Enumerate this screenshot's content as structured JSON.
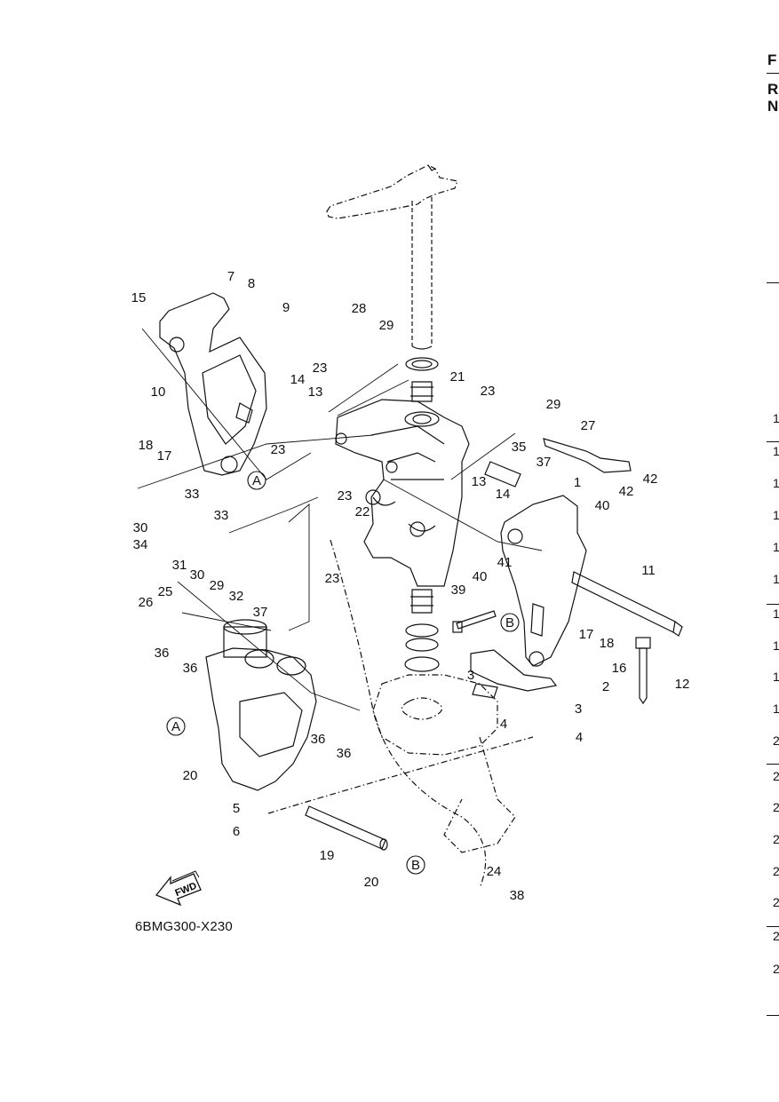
{
  "figure_code": "6BMG300-X230",
  "fwd_label": "FWD",
  "part_labels": [
    "1",
    "2",
    "3",
    "3",
    "4",
    "4",
    "5",
    "6",
    "7",
    "8",
    "9",
    "10",
    "11",
    "12",
    "13",
    "13",
    "14",
    "14",
    "15",
    "16",
    "17",
    "17",
    "18",
    "18",
    "19",
    "20",
    "20",
    "21",
    "22",
    "23",
    "23",
    "23",
    "23",
    "23",
    "24",
    "25",
    "26",
    "27",
    "28",
    "29",
    "29",
    "29",
    "30",
    "30",
    "31",
    "32",
    "33",
    "33",
    "34",
    "35",
    "36",
    "36",
    "36",
    "36",
    "37",
    "37",
    "38",
    "39",
    "40",
    "40",
    "41",
    "42",
    "42"
  ],
  "callouts": [
    "A",
    "A",
    "B",
    "B"
  ],
  "right_edge_fragments": [
    "F",
    "R",
    "N"
  ],
  "right_edge_numbers": [
    "1",
    "1",
    "1",
    "1",
    "1",
    "1",
    "1",
    "1",
    "1",
    "1",
    "2",
    "2",
    "2",
    "2",
    "2",
    "2",
    "2",
    "2"
  ]
}
